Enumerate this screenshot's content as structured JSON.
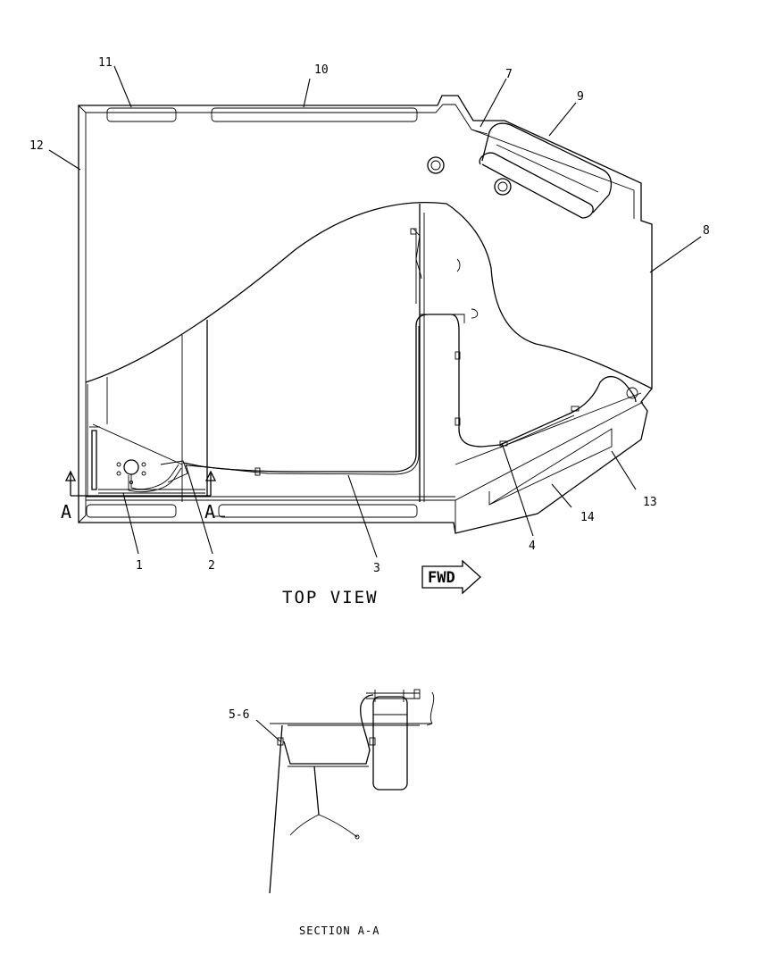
{
  "views": {
    "top_view_title": "TOP VIEW",
    "section_title": "SECTION A-A",
    "direction_label": "FWD",
    "section_marker_left": "A",
    "section_marker_right": "A"
  },
  "callouts": {
    "c1": "1",
    "c2": "2",
    "c3": "3",
    "c4": "4",
    "c5_6": "5-6",
    "c7": "7",
    "c8": "8",
    "c9": "9",
    "c10": "10",
    "c11": "11",
    "c12": "12",
    "c13": "13",
    "c14": "14"
  }
}
